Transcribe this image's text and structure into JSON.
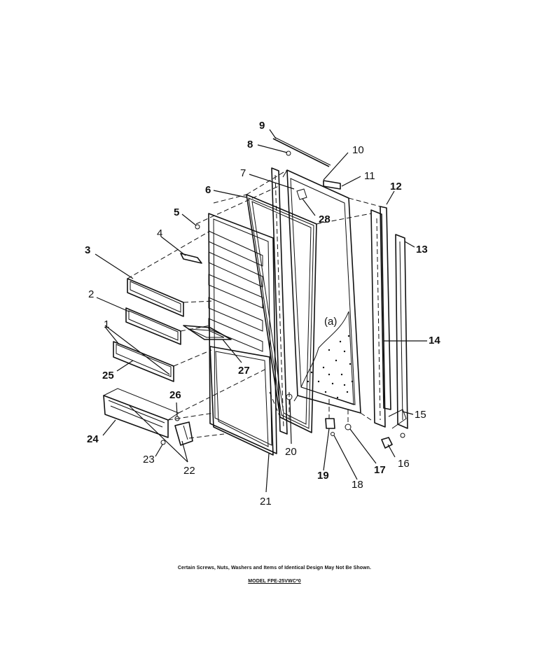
{
  "diagram": {
    "callouts": [
      "1",
      "2",
      "3",
      "4",
      "5",
      "6",
      "7",
      "8",
      "9",
      "10",
      "11",
      "12",
      "13",
      "14",
      "15",
      "16",
      "17",
      "18",
      "19",
      "20",
      "21",
      "22",
      "23",
      "24",
      "25",
      "26",
      "27",
      "28"
    ],
    "insulation_mark": "(a)"
  },
  "footer": {
    "note": "Certain Screws, Nuts, Washers and Items of Identical Design May Not Be Shown.",
    "model": "MODEL FPE-25VWC*0"
  }
}
